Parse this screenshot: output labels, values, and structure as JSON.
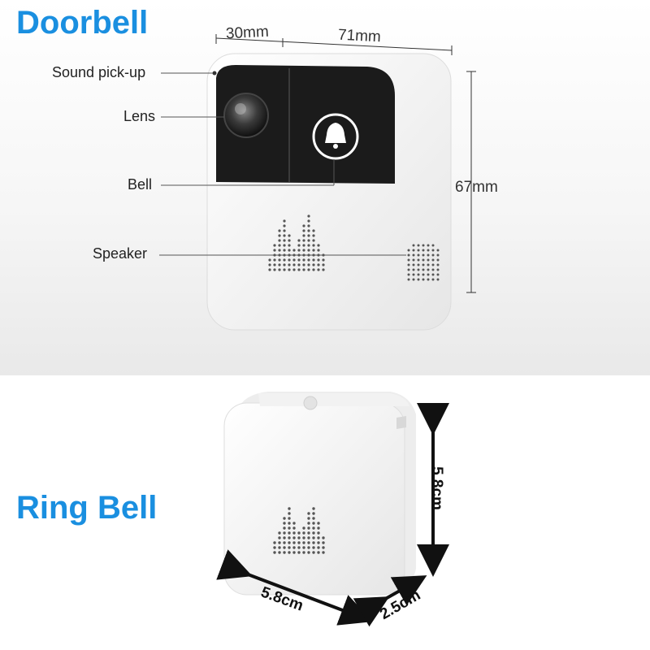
{
  "doorbell": {
    "heading": "Doorbell",
    "labels": {
      "sound_pickup": "Sound pick-up",
      "lens": "Lens",
      "bell": "Bell",
      "speaker": "Speaker"
    },
    "dimensions": {
      "depth": "30mm",
      "width": "71mm",
      "height": "67mm"
    }
  },
  "ring_bell": {
    "heading": "Ring Bell",
    "dimensions": {
      "height": "5.8cm",
      "width": "5.8cm",
      "depth": "2.5cm"
    }
  },
  "colors": {
    "heading": "#1a8fe0",
    "device_body": "#f7f7f7",
    "device_panel": "#1b1b1b"
  }
}
